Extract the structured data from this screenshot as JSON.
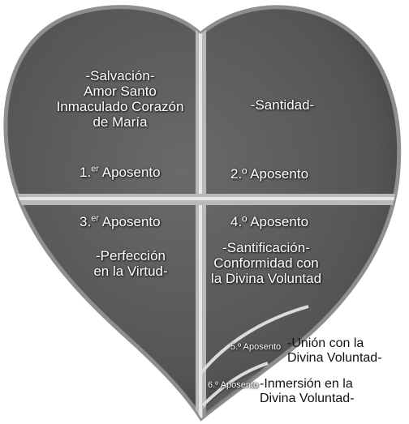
{
  "colors": {
    "heart_fill": "#5d5d5d",
    "heart_border": "#9a9a9a",
    "divider": "#c9c9c9",
    "text": "#ffffff",
    "label_outside": "#111111"
  },
  "rooms": {
    "r1": {
      "title_num": "1.",
      "title_sup": "er",
      "title_word": "Aposento",
      "lines": [
        "-Salvación-",
        "Amor Santo",
        "Inmaculado Corazón",
        "de María"
      ]
    },
    "r2": {
      "title_num": "2.º",
      "title_word": "Aposento",
      "lines": [
        "-Santidad-"
      ]
    },
    "r3": {
      "title_num": "3.",
      "title_sup": "er",
      "title_word": "Aposento",
      "lines": [
        "-Perfección",
        "en la Virtud-"
      ]
    },
    "r4": {
      "title_num": "4.º",
      "title_word": "Aposento",
      "lines": [
        "-Santificación-",
        "Conformidad con",
        "la Divina Voluntad"
      ]
    },
    "r5": {
      "title": "5.º Aposento",
      "lines": [
        "-Unión con la",
        "Divina Voluntad-"
      ]
    },
    "r6": {
      "title": "6.º Aposento",
      "lines": [
        "-Inmersión en la",
        "Divina Voluntad-"
      ]
    }
  }
}
